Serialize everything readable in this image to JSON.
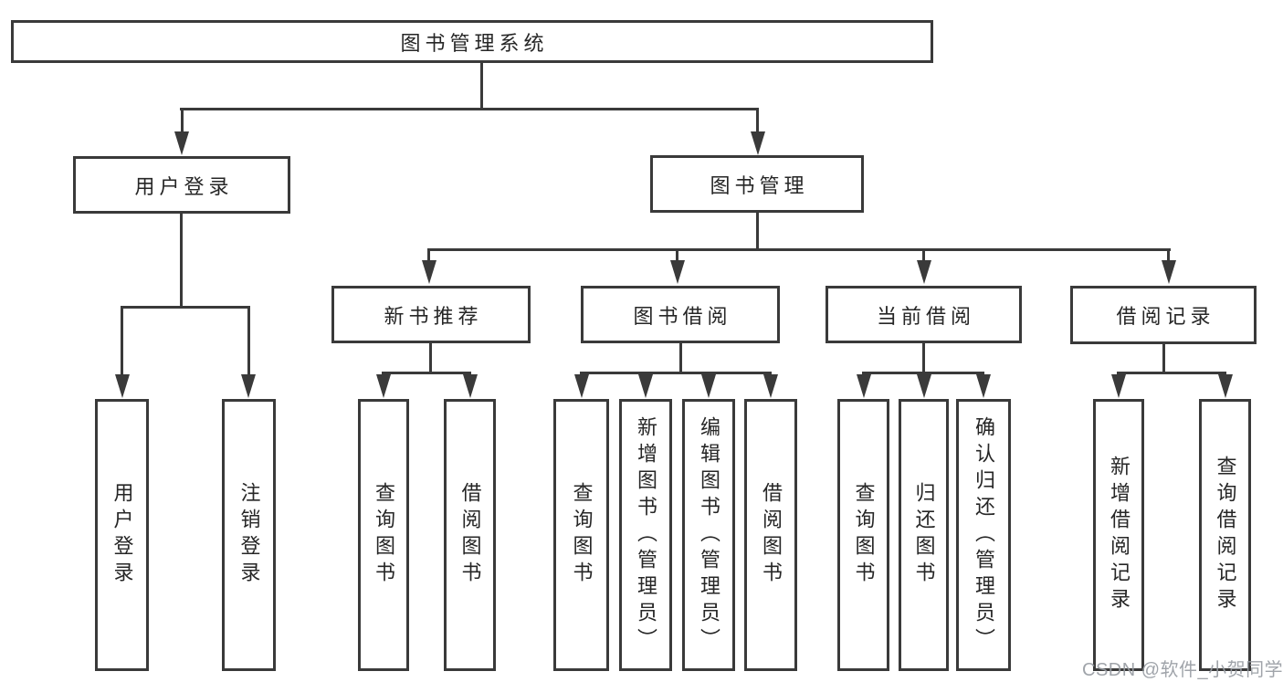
{
  "diagram": {
    "root": {
      "label": "图书管理系统"
    },
    "l2": [
      {
        "label": "用户登录"
      },
      {
        "label": "图书管理"
      }
    ],
    "l3": [
      {
        "label": "新书推荐"
      },
      {
        "label": "图书借阅"
      },
      {
        "label": "当前借阅"
      },
      {
        "label": "借阅记录"
      }
    ],
    "l4": {
      "user_login": [
        {
          "label": "用户登录"
        },
        {
          "label": "注销登录"
        }
      ],
      "new_book": [
        {
          "label": "查询图书"
        },
        {
          "label": "借阅图书"
        }
      ],
      "book_borrow": [
        {
          "label": "查询图书"
        },
        {
          "label": "新增图书（管理员）"
        },
        {
          "label": "编辑图书（管理员）"
        },
        {
          "label": "借阅图书"
        }
      ],
      "current_borrow": [
        {
          "label": "查询图书"
        },
        {
          "label": "归还图书"
        },
        {
          "label": "确认归还（管理员）"
        }
      ],
      "borrow_record": [
        {
          "label": "新增借阅记录"
        },
        {
          "label": "查询借阅记录"
        }
      ]
    }
  },
  "watermark": {
    "text": "CSDN @软件_小贺同学"
  },
  "colors": {
    "line": "#3a3a3a",
    "text": "#262626",
    "background": "#ffffff",
    "watermark": "#989ca3"
  }
}
